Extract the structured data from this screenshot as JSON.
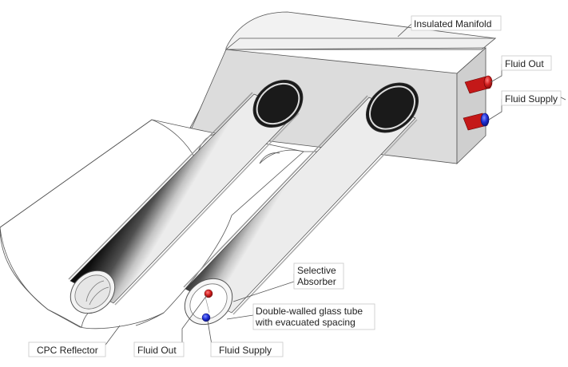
{
  "labels": {
    "insulated_manifold": "Insulated Manifold",
    "fluid_out_right": "Fluid Out",
    "fluid_supply_right": "Fluid Supply",
    "selective_absorber_line1": "Selective",
    "selective_absorber_line2": "Absorber",
    "glass_tube_line1": "Double-walled glass tube",
    "glass_tube_line2": "with evacuated spacing",
    "cpc_reflector": "CPC Reflector",
    "fluid_out_bottom": "Fluid Out",
    "fluid_supply_bottom": "Fluid Supply"
  },
  "colors": {
    "fluid_out": "#d42020",
    "fluid_supply": "#1f2fd8",
    "manifold_front": "#dcdcdc",
    "manifold_top": "#f0f0f0",
    "manifold_side": "#cfcfcf",
    "absorber": "#1a1a1a"
  }
}
